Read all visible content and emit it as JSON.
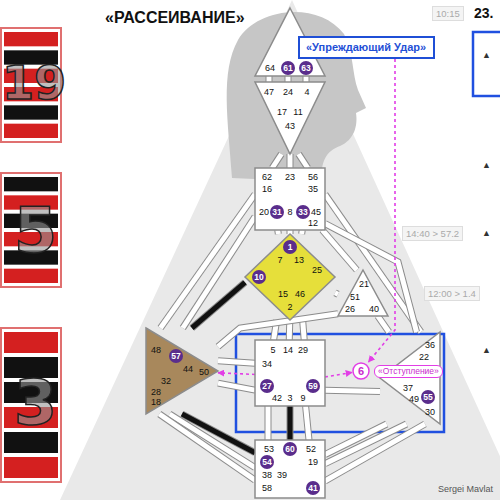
{
  "diagram": {
    "title": "«РАССЕИВАНИЕ»",
    "nodes": [
      {
        "text": [
          "64",
          "61",
          "63"
        ]
      },
      {
        "text": [
          "47",
          "24",
          "4",
          "17",
          "11",
          "43"
        ]
      },
      {
        "text": [
          "62",
          "23",
          "56",
          "16",
          "35",
          "20",
          "31",
          "8",
          "33",
          "45",
          "12"
        ]
      },
      {
        "text": [
          "1",
          "7",
          "13",
          "10",
          "25",
          "15",
          "46",
          "2"
        ]
      },
      {
        "text": [
          "21",
          "51",
          "26",
          "40"
        ]
      },
      {
        "text": [
          "48",
          "57",
          "44",
          "50",
          "32",
          "28",
          "18"
        ]
      },
      {
        "text": [
          "5",
          "14",
          "29",
          "34",
          "27",
          "59",
          "42",
          "3",
          "9"
        ]
      },
      {
        "text": [
          "36",
          "22",
          "37",
          "49",
          "55",
          "30"
        ]
      },
      {
        "text": [
          "53",
          "60",
          "52",
          "54",
          "19",
          "38",
          "39",
          "58",
          "41"
        ]
      },
      {
        "text": [
          "«Упреждающий Удар»"
        ]
      },
      {
        "text": [
          "6",
          "«Отступление»"
        ]
      }
    ],
    "edges": [
      {
        "from": 0,
        "to": 1,
        "arrow": "none"
      },
      {
        "from": 0,
        "to": 1,
        "arrow": "none"
      },
      {
        "from": 0,
        "to": 1,
        "arrow": "none"
      },
      {
        "from": 1,
        "to": 2,
        "arrow": "none"
      },
      {
        "from": 1,
        "to": 2,
        "arrow": "none"
      },
      {
        "from": 1,
        "to": 2,
        "arrow": "none"
      },
      {
        "from": 2,
        "to": 3,
        "arrow": "none"
      },
      {
        "from": 2,
        "to": 3,
        "arrow": "none"
      },
      {
        "from": 2,
        "to": 3,
        "arrow": "none"
      },
      {
        "from": 2,
        "to": 4,
        "arrow": "none"
      },
      {
        "from": 2,
        "to": 7,
        "arrow": "none"
      },
      {
        "from": 2,
        "to": 7,
        "arrow": "none"
      },
      {
        "from": 2,
        "to": 5,
        "arrow": "none"
      },
      {
        "from": 2,
        "to": 5,
        "arrow": "none"
      },
      {
        "from": 3,
        "to": 5,
        "arrow": "none"
      },
      {
        "from": 3,
        "to": 4,
        "arrow": "none"
      },
      {
        "from": 3,
        "to": 6,
        "arrow": "none"
      },
      {
        "from": 3,
        "to": 6,
        "arrow": "none"
      },
      {
        "from": 3,
        "to": 6,
        "arrow": "none"
      },
      {
        "from": 4,
        "to": 7,
        "arrow": "none"
      },
      {
        "from": 4,
        "to": 5,
        "arrow": "none"
      },
      {
        "from": 5,
        "to": 6,
        "arrow": "none"
      },
      {
        "from": 5,
        "to": 6,
        "arrow": "none"
      },
      {
        "from": 6,
        "to": 7,
        "arrow": "none"
      },
      {
        "from": 6,
        "to": 8,
        "arrow": "none"
      },
      {
        "from": 6,
        "to": 8,
        "arrow": "none"
      },
      {
        "from": 6,
        "to": 8,
        "arrow": "none"
      },
      {
        "from": 5,
        "to": 8,
        "arrow": "none"
      },
      {
        "from": 5,
        "to": 8,
        "arrow": "none"
      },
      {
        "from": 5,
        "to": 8,
        "arrow": "none"
      },
      {
        "from": 7,
        "to": 8,
        "arrow": "none"
      },
      {
        "from": 7,
        "to": 8,
        "arrow": "none"
      },
      {
        "from": 7,
        "to": 8,
        "arrow": "none"
      },
      {
        "from": 9,
        "to": 10,
        "arrow": "to"
      },
      {
        "from": 6,
        "to": 5,
        "arrow": "to"
      },
      {
        "from": 6,
        "to": 10,
        "arrow": "to"
      }
    ],
    "labels": [
      "19",
      "5",
      "3",
      "10:15",
      "23.",
      "▲",
      "▲",
      "▲",
      "▲",
      "14:40 > 57.2",
      "12:00 > 1.4",
      "Sergei Mavlat"
    ]
  }
}
